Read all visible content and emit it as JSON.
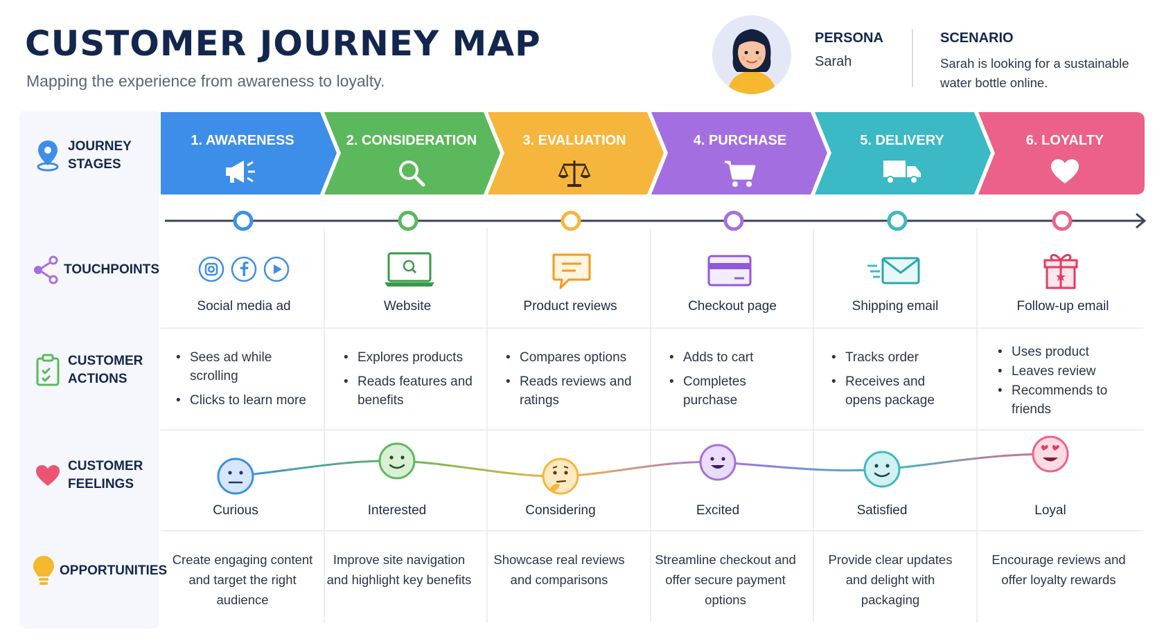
{
  "header": {
    "title": "CUSTOMER JOURNEY MAP",
    "subtitle": "Mapping the experience from awareness to loyalty.",
    "persona_label": "PERSONA",
    "persona_name": "Sarah",
    "scenario_label": "SCENARIO",
    "scenario_text": "Sarah is looking for a sustainable water bottle online."
  },
  "rows": {
    "journey_stages": "JOURNEY\nSTAGES",
    "touchpoints": "TOUCHPOINTS",
    "customer_actions": "CUSTOMER\nACTIONS",
    "customer_feelings": "CUSTOMER\nFEELINGS",
    "opportunities": "OPPORTUNITIES"
  },
  "stages": [
    {
      "label": "1. AWARENESS",
      "color": "#3d8ee8",
      "icon": "megaphone-icon"
    },
    {
      "label": "2. CONSIDERATION",
      "color": "#5cb85c",
      "icon": "magnifier-icon"
    },
    {
      "label": "3. EVALUATION",
      "color": "#f6b53c",
      "icon": "scales-icon"
    },
    {
      "label": "4. PURCHASE",
      "color": "#a36fe0",
      "icon": "cart-icon"
    },
    {
      "label": "5. DELIVERY",
      "color": "#3bb9c4",
      "icon": "truck-icon"
    },
    {
      "label": "6. LOYALTY",
      "color": "#ec6189",
      "icon": "heart-icon"
    }
  ],
  "touchpoints": [
    "Social media ad",
    "Website",
    "Product reviews",
    "Checkout page",
    "Shipping email",
    "Follow-up email"
  ],
  "actions": [
    [
      "Sees ad while scrolling",
      "Clicks to learn more"
    ],
    [
      "Explores products",
      "Reads features and benefits"
    ],
    [
      "Compares options",
      "Reads reviews and ratings"
    ],
    [
      "Adds to cart",
      "Completes purchase"
    ],
    [
      "Tracks order",
      "Receives and opens package"
    ],
    [
      "Uses product",
      "Leaves review",
      "Recommends to friends"
    ]
  ],
  "feelings": [
    "Curious",
    "Interested",
    "Considering",
    "Excited",
    "Satisfied",
    "Loyal"
  ],
  "opportunities": [
    "Create engaging content and target the right audience",
    "Improve site navigation and highlight key benefits",
    "Showcase real reviews and comparisons",
    "Streamline checkout and offer secure payment options",
    "Provide clear updates and delight with packaging",
    "Encourage reviews and offer loyalty rewards"
  ]
}
